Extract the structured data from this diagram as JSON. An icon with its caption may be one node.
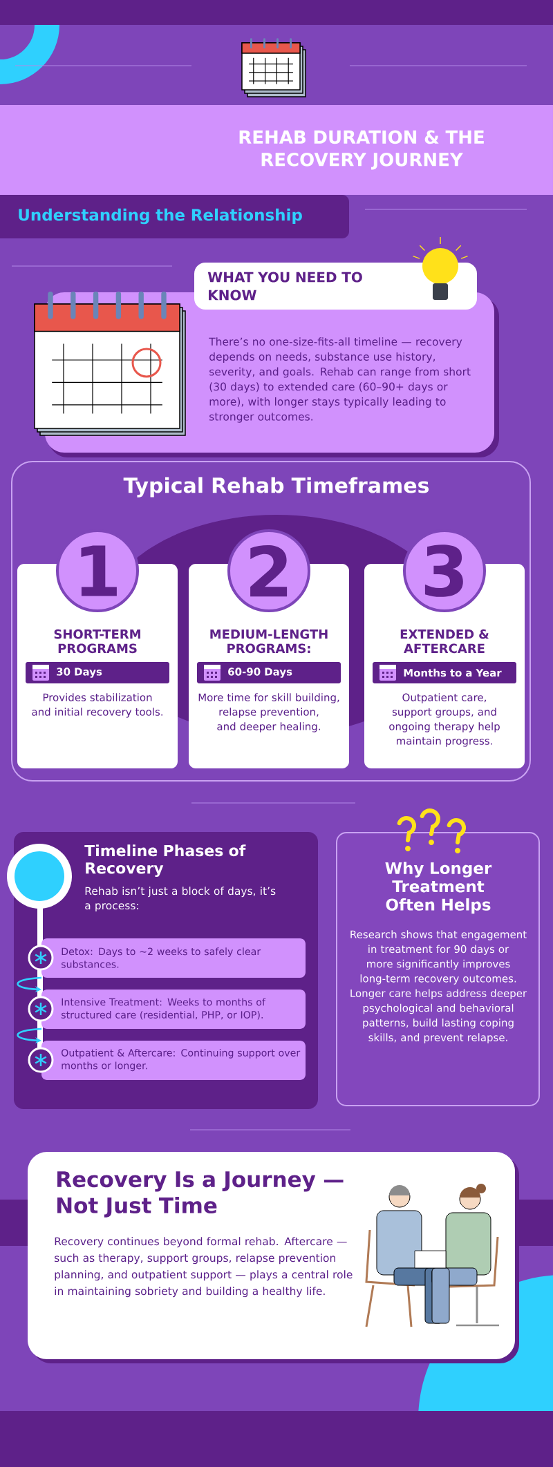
{
  "diagram": {
    "title": "REHAB DURATION & THE RECOVERY JOURNEY",
    "nodes": [
      {
        "text": [
          "WHAT YOU NEED TO KNOW",
          "There’s no one-size-fits-all timeline — recovery depends on needs, substance use history, severity, and goals. Rehab can range from short (30 days) to extended care (60–90+ days or more), with longer stays typically leading to stronger outcomes."
        ]
      },
      {
        "text": [
          "Typical Rehab Timeframes"
        ]
      },
      {
        "text": [
          "1",
          "SHORT-TERM PROGRAMS",
          "30 Days",
          "Provides stabilization and initial recovery tools."
        ],
        "in": 1
      },
      {
        "text": [
          "2",
          "MEDIUM-LENGTH PROGRAMS:",
          "60-90 Days",
          "More time for skill building, relapse prevention, and deeper healing."
        ],
        "in": 1
      },
      {
        "text": [
          "3",
          "EXTENDED & AFTERCARE",
          "Months to a Year",
          "Outpatient care, support groups, and ongoing therapy help maintain progress."
        ],
        "in": 1
      },
      {
        "text": [
          "Timeline Phases of Recovery",
          "Rehab isn’t just a block of days, it’s a process:"
        ]
      },
      {
        "text": [
          "Detox: Days to ~2 weeks to safely clear substances."
        ],
        "in": 5
      },
      {
        "text": [
          "Intensive Treatment: Weeks to months of structured care (residential, PHP, or IOP)."
        ],
        "in": 5
      },
      {
        "text": [
          "Outpatient & Aftercare: Continuing support over months or longer."
        ],
        "in": 5
      },
      {
        "text": [
          "Why Longer Treatment Often Helps",
          "Research shows that engagement in treatment for 90 days or more significantly improves long-term recovery outcomes. Longer care helps address deeper psychological and behavioral patterns, build lasting coping skills, and prevent relapse."
        ]
      },
      {
        "text": [
          "Recovery Is a Journey — Not Just Time",
          "Recovery continues beyond formal rehab. Aftercare — such as therapy, support groups, relapse prevention planning, and outpatient support — plays a central role in maintaining sobriety and building a healthy life."
        ]
      }
    ],
    "edges": [
      {
        "from": 6,
        "to": 7,
        "arrow": "to"
      },
      {
        "from": 7,
        "to": 8,
        "arrow": "to"
      }
    ],
    "labels": [
      "Understanding the Relationship"
    ]
  }
}
